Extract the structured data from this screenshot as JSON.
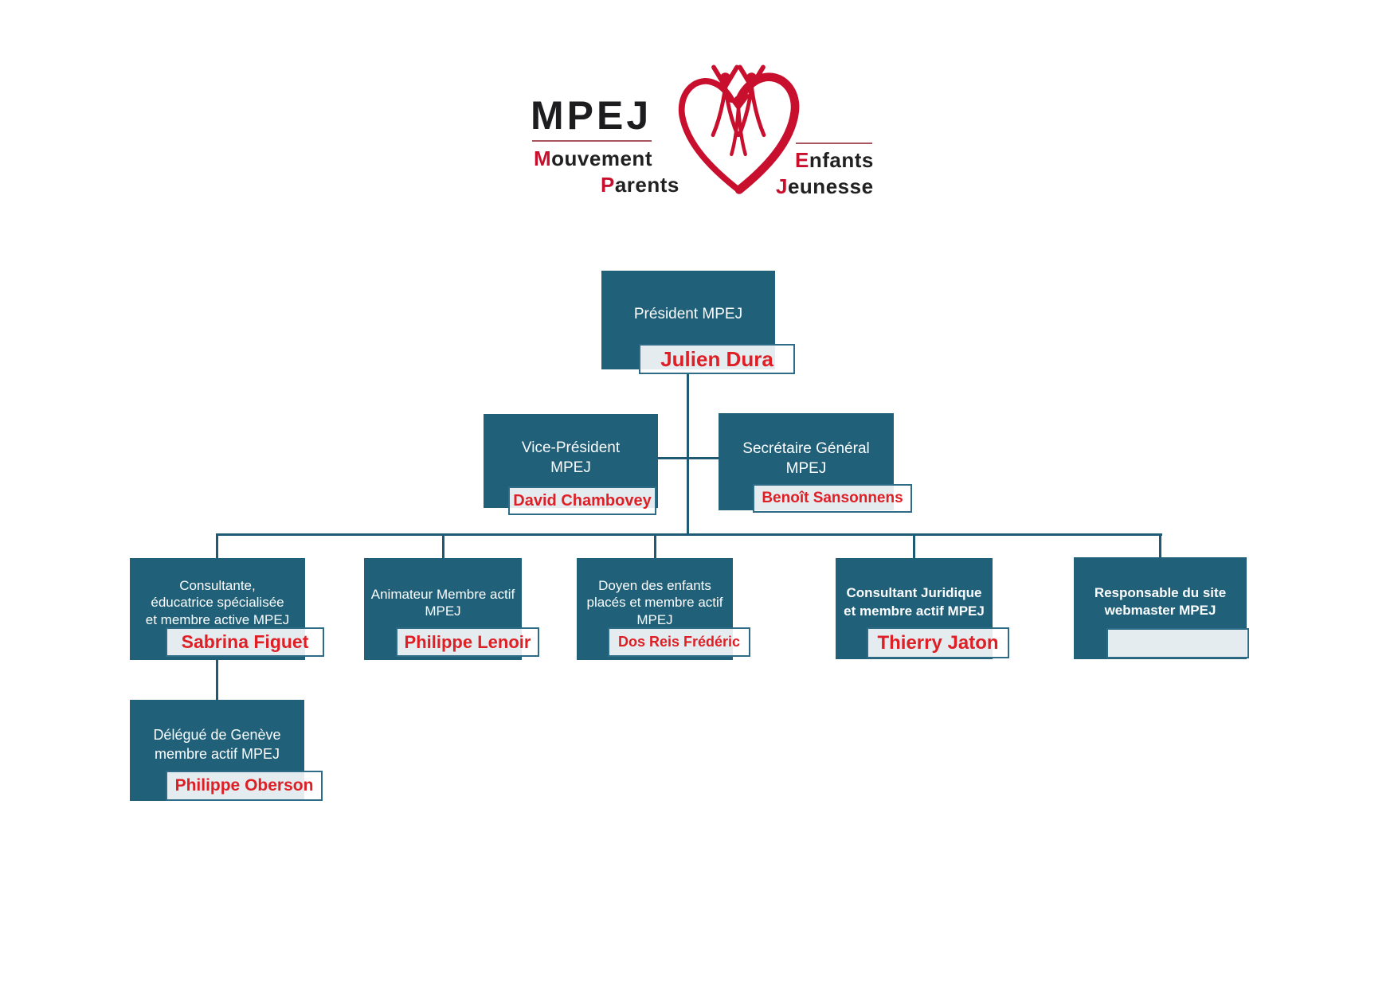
{
  "logo": {
    "acronym": "MPEJ",
    "words": [
      {
        "initial": "M",
        "rest": "ouvement"
      },
      {
        "initial": "P",
        "rest": "arents"
      },
      {
        "initial": "E",
        "rest": "nfants"
      },
      {
        "initial": "J",
        "rest": "eunesse"
      }
    ]
  },
  "colors": {
    "box_teal": "#216079",
    "connector_teal": "#1e5a74",
    "plate_border_teal": "#2e6b86",
    "name_red": "#de1f26",
    "logo_red": "#c8102e",
    "logo_black": "#1d1d1f"
  },
  "chart": {
    "president": {
      "title": "Président MPEJ",
      "name": "Julien Dura"
    },
    "vice_president": {
      "title": "Vice-Président\nMPEJ",
      "name": "David Chambovey"
    },
    "secretaire": {
      "title": "Secrétaire Général\nMPEJ",
      "name": "Benoît Sansonnens"
    },
    "consultante": {
      "title": "Consultante,\néducatrice spécialisée\net membre active MPEJ",
      "name": "Sabrina Figuet"
    },
    "animateur": {
      "title": "Animateur Membre actif\nMPEJ",
      "name": "Philippe Lenoir"
    },
    "doyen": {
      "title": "Doyen des enfants\nplacés et membre actif\nMPEJ",
      "name": "Dos Reis Frédéric"
    },
    "juridique": {
      "title": "Consultant Juridique\net membre actif MPEJ",
      "name": "Thierry Jaton"
    },
    "webmaster": {
      "title": "Responsable du site\nwebmaster MPEJ",
      "name": ""
    },
    "delegue": {
      "title": "Délégué de Genève\nmembre actif MPEJ",
      "name": "Philippe Oberson"
    }
  }
}
